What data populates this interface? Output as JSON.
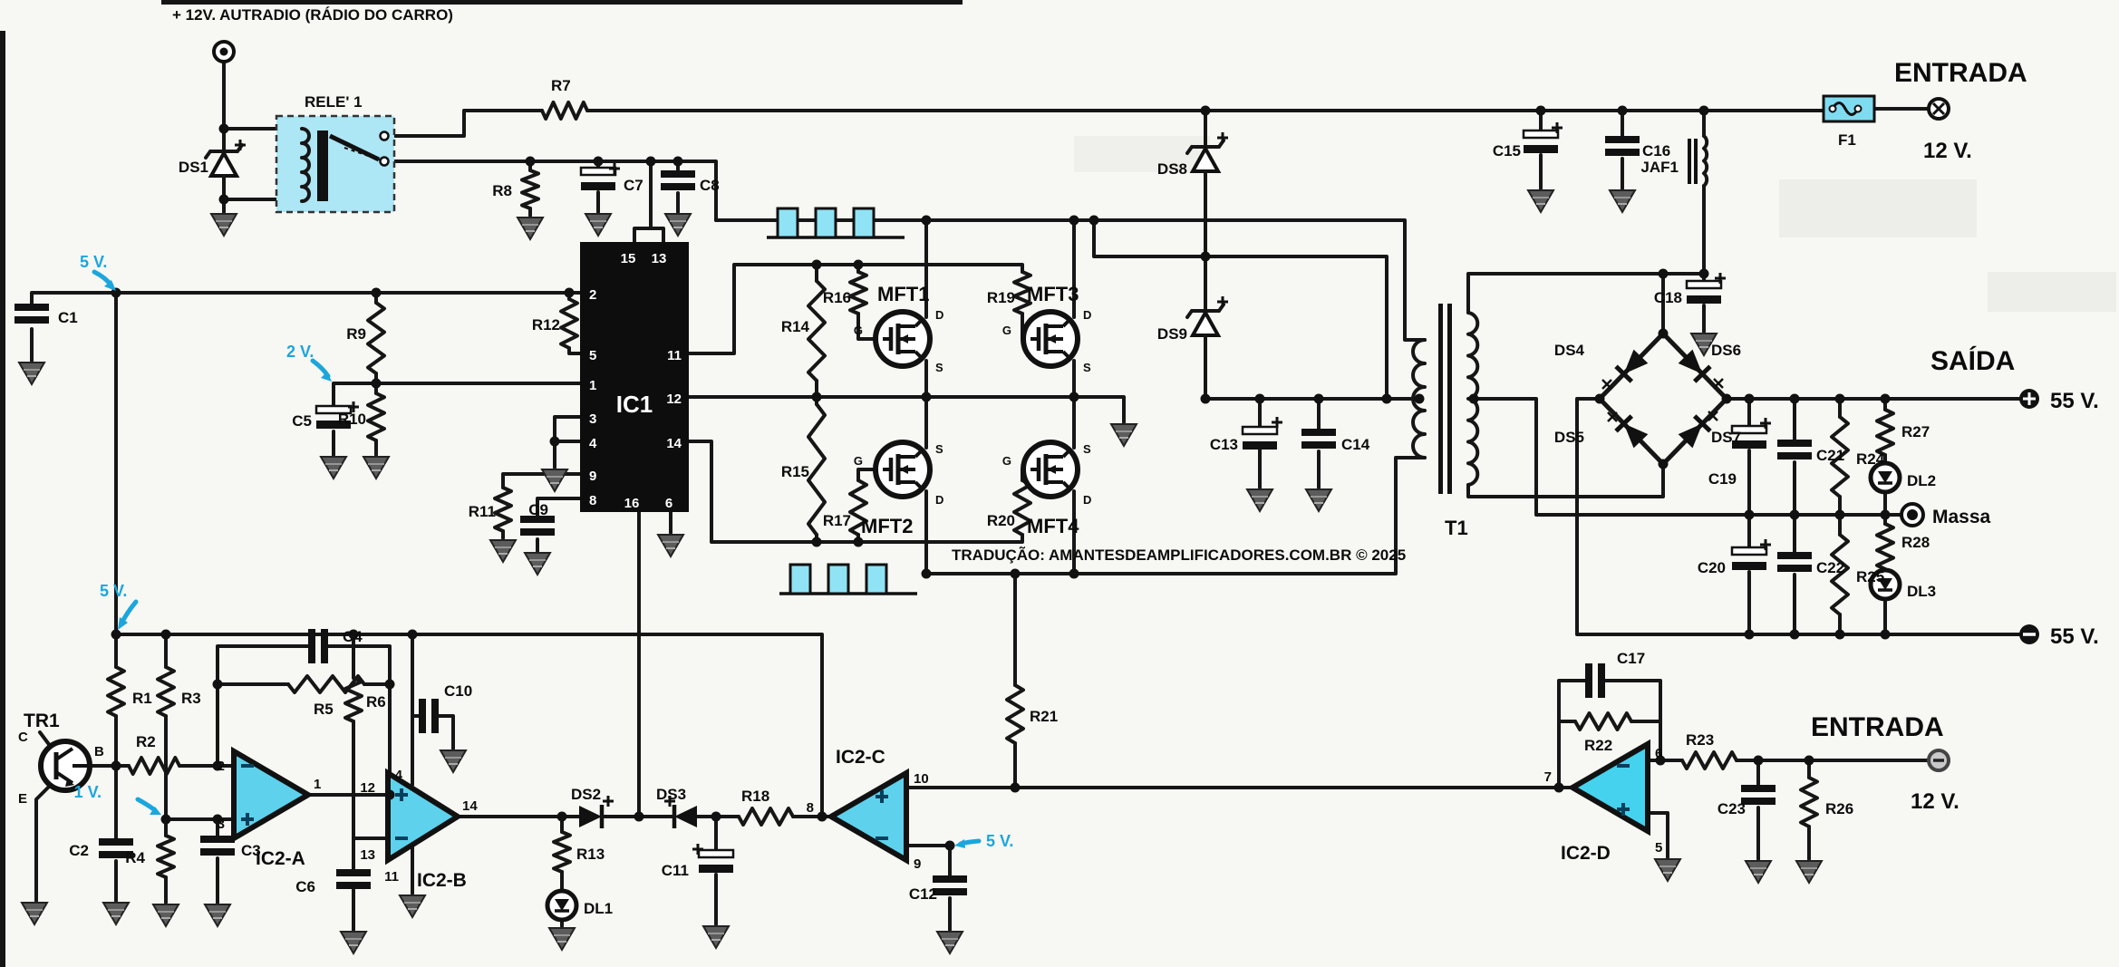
{
  "colors": {
    "wire": "#161616",
    "cyan_accent": "#1ba6dc",
    "opamp_fill": "#5ed1ec",
    "relay_fill": "#ade6f5",
    "pulse_fill": "#8fe3f5",
    "fuse_fill": "#7fdcf0",
    "ic_fill": "#0d0d0d"
  },
  "header": {
    "autoradio_label": "+ 12V. AUTRADIO (RÁDIO DO CARRO)"
  },
  "voltages": {
    "v1": "1 V.",
    "v2": "2 V.",
    "v5": "5 V.",
    "v12": "12 V.",
    "v55": "55 V."
  },
  "terminals": {
    "entrada": "ENTRADA",
    "saida": "SAÍDA",
    "massa": "Massa"
  },
  "pins": {
    "n1": "1",
    "n2": "2",
    "n3": "3",
    "n4": "4",
    "n5": "5",
    "n6": "6",
    "n7": "7",
    "n8": "8",
    "n9": "9",
    "n10": "10",
    "n11": "11",
    "n12": "12",
    "n13": "13",
    "n14": "14",
    "n15": "15",
    "n16": "16"
  },
  "mosfet_pins": {
    "g": "G",
    "d": "D",
    "s": "S"
  },
  "transistor_pins": {
    "c": "C",
    "b": "B",
    "e": "E"
  },
  "components": {
    "rele1": "RELE' 1",
    "ic1": "IC1",
    "ic2a": "IC2-A",
    "ic2b": "IC2-B",
    "ic2c": "IC2-C",
    "ic2d": "IC2-D",
    "tr1": "TR1",
    "t1": "T1",
    "jaf1": "JAF1",
    "f1": "F1",
    "mft1": "MFT1",
    "mft2": "MFT2",
    "mft3": "MFT3",
    "mft4": "MFT4",
    "ds1": "DS1",
    "ds2": "DS2",
    "ds3": "DS3",
    "ds4": "DS4",
    "ds5": "DS5",
    "ds6": "DS6",
    "ds7": "DS7",
    "ds8": "DS8",
    "ds9": "DS9",
    "dl1": "DL1",
    "dl2": "DL2",
    "dl3": "DL3",
    "r1": "R1",
    "r2": "R2",
    "r3": "R3",
    "r4": "R4",
    "r5": "R5",
    "r6": "R6",
    "r7": "R7",
    "r8": "R8",
    "r9": "R9",
    "r10": "R10",
    "r11": "R11",
    "r12": "R12",
    "r13": "R13",
    "r14": "R14",
    "r15": "R15",
    "r16": "R16",
    "r17": "R17",
    "r18": "R18",
    "r19": "R19",
    "r20": "R20",
    "r21": "R21",
    "r22": "R22",
    "r23": "R23",
    "r24": "R24",
    "r25": "R25",
    "r26": "R26",
    "r27": "R27",
    "r28": "R28",
    "c1": "C1",
    "c2": "C2",
    "c3": "C3",
    "c4": "C4",
    "c5": "C5",
    "c6": "C6",
    "c7": "C7",
    "c8": "C8",
    "c9": "C9",
    "c10": "C10",
    "c11": "C11",
    "c12": "C12",
    "c13": "C13",
    "c14": "C14",
    "c15": "C15",
    "c16": "C16",
    "c17": "C17",
    "c18": "C18",
    "c19": "C19",
    "c20": "C20",
    "c21": "C21",
    "c22": "C22",
    "c23": "C23"
  },
  "watermark": {
    "traducao": "TRADUÇÃO: AMANTESDEAMPLIFICADORES.COM.BR © 2025"
  }
}
